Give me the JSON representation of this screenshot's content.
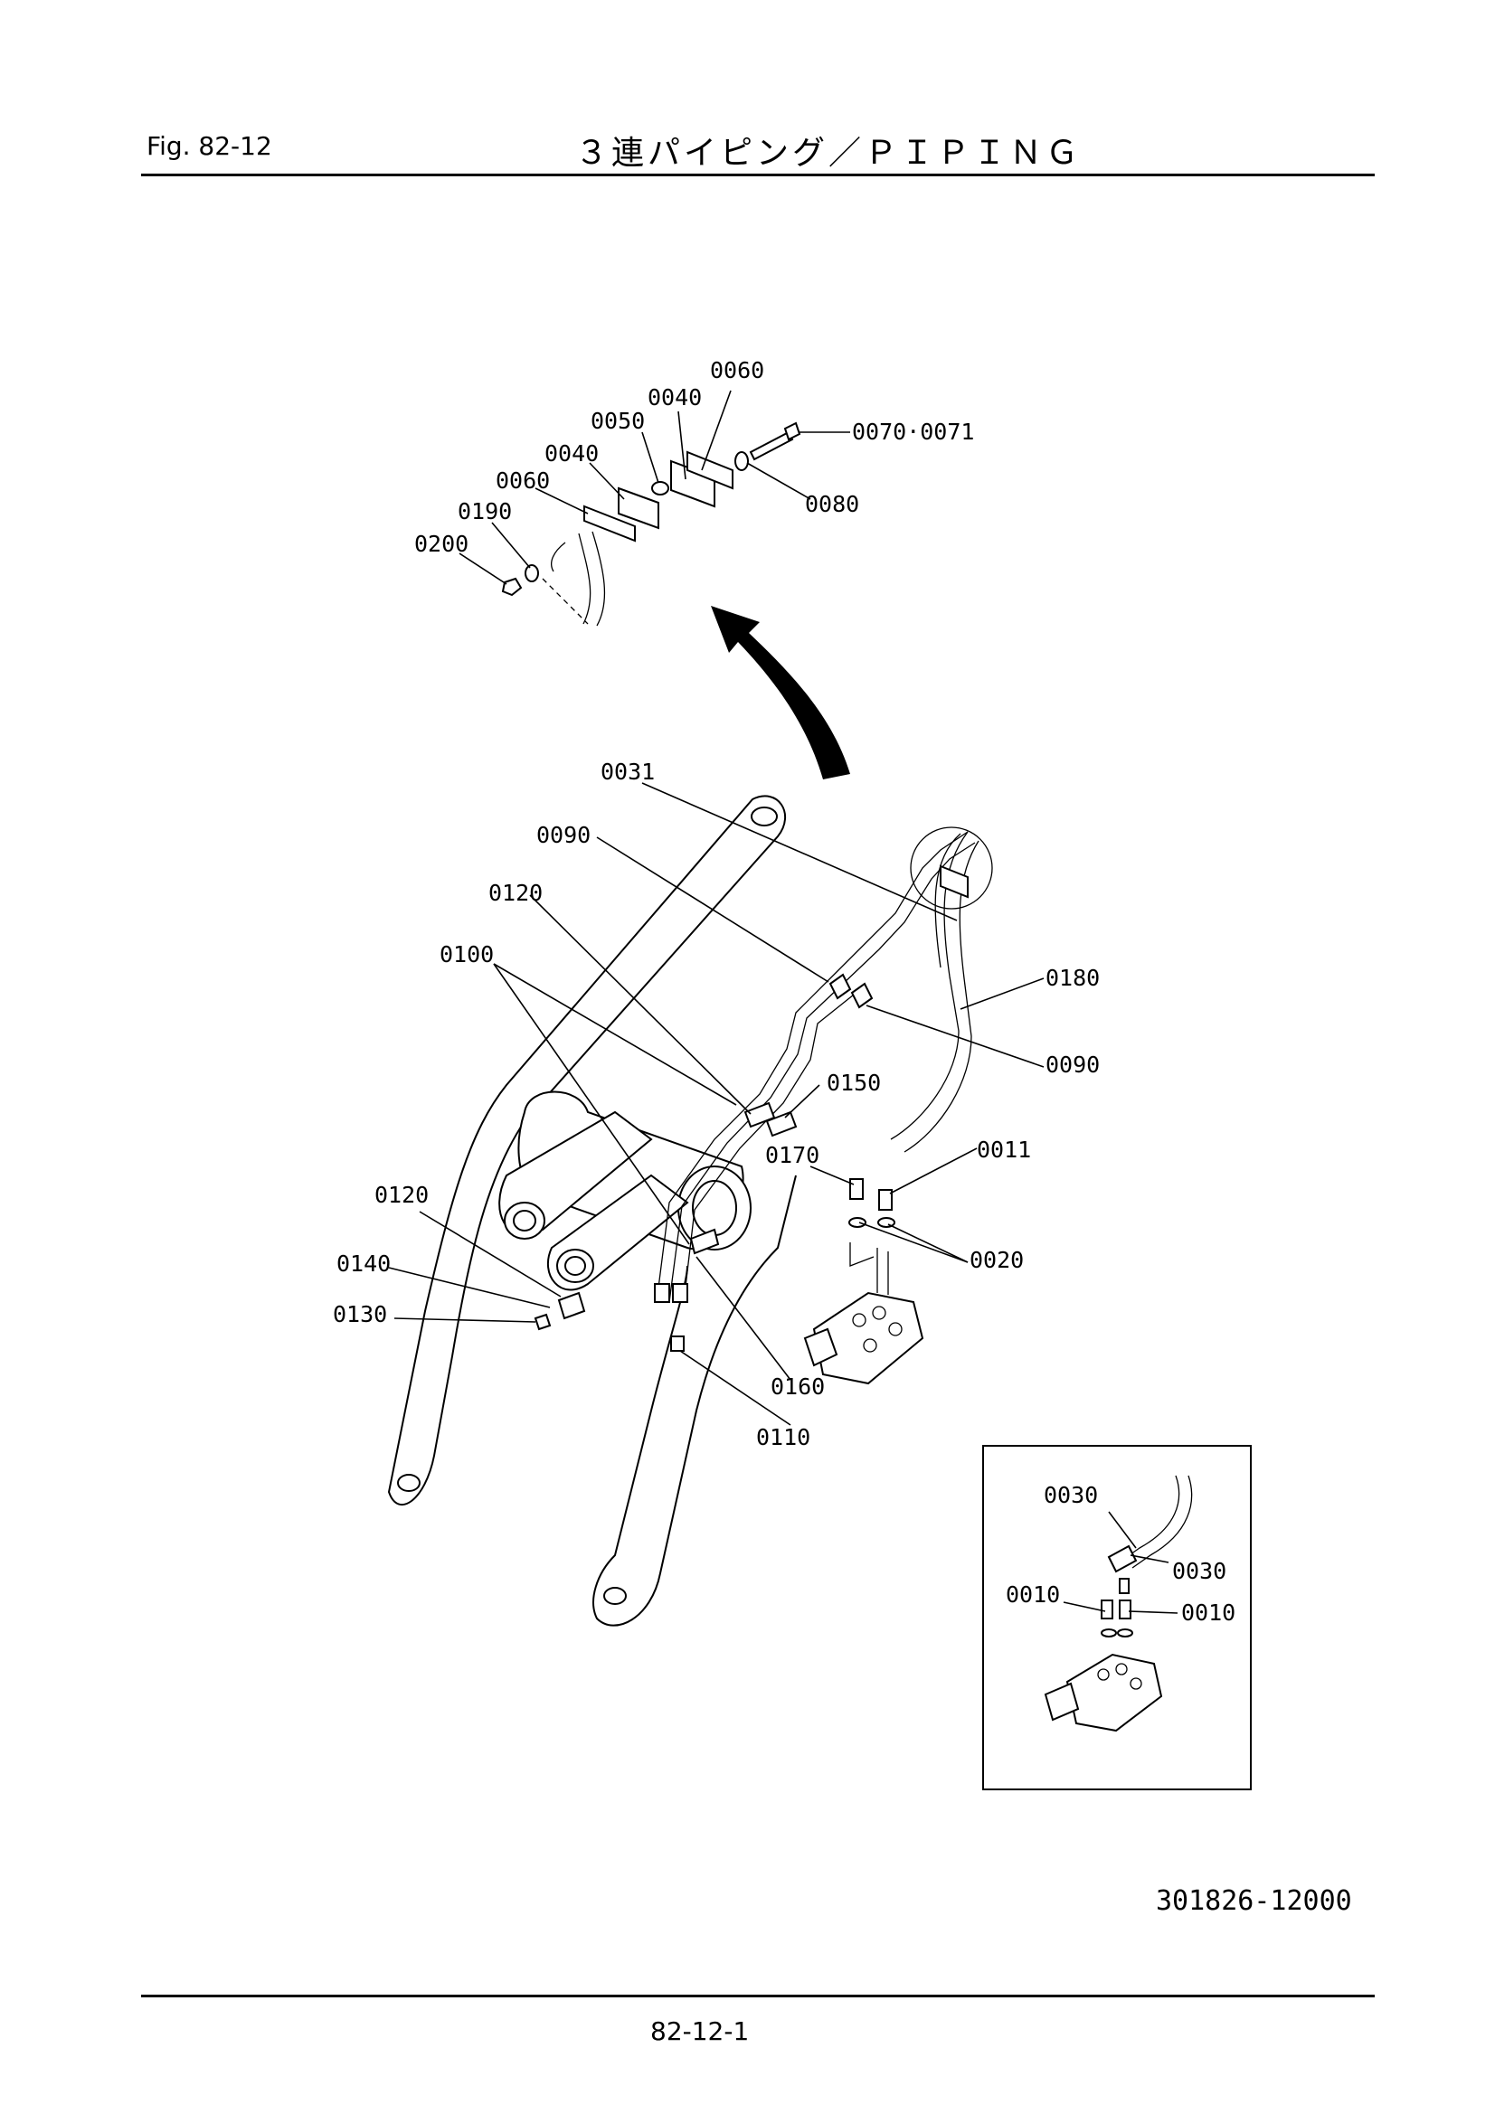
{
  "header": {
    "figure_label": "Fig.  82-12",
    "title": "３連パイピング／ＰＩＰＩＮＧ"
  },
  "callouts": {
    "c0060_top": "0060",
    "c0040_top": "0040",
    "c0050": "0050",
    "c0040_mid": "0040",
    "c0060_mid": "0060",
    "c0190": "0190",
    "c0200": "0200",
    "c0070": "0070·0071",
    "c0080": "0080",
    "c0031": "0031",
    "c0090_left": "0090",
    "c0120_top": "0120",
    "c0100": "0100",
    "c0180": "0180",
    "c0090_right": "0090",
    "c0150": "0150",
    "c0170": "0170",
    "c0011": "0011",
    "c0020": "0020",
    "c0120_left": "0120",
    "c0140": "0140",
    "c0130": "0130",
    "c0160": "0160",
    "c0110": "0110"
  },
  "inset_callouts": {
    "c0030_a": "0030",
    "c0030_b": "0030",
    "c0010_a": "0010",
    "c0010_b": "0010"
  },
  "footer": {
    "drawing_number": "301826-12000",
    "page_number": "82-12-1"
  }
}
